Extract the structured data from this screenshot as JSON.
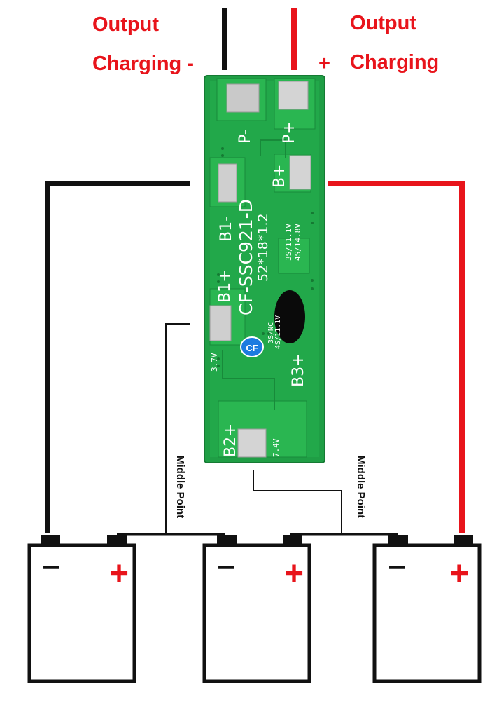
{
  "labels": {
    "output_left": "Output",
    "charging_left": "Charging -",
    "output_right": "Output",
    "charging_right": "Charging",
    "plus_sign": "+",
    "middle_point_left": "Middle Point",
    "middle_point_right": "Middle Point"
  },
  "board": {
    "model": "CF-SSC921-D",
    "size": "52*18*1.2",
    "pads": [
      "P-",
      "P+",
      "B+",
      "B1-",
      "B1+",
      "B3+",
      "B2+"
    ],
    "voltage_left": "3.7V",
    "voltage_mid": "7.4V",
    "spec_a1": "3S/11.1V",
    "spec_a2": "4S/14.8V",
    "spec_b1": "3S/NC",
    "spec_b2": "4S/11.1V",
    "logo": "CF"
  },
  "batteries": [
    {
      "minus": "−",
      "plus": "+"
    },
    {
      "minus": "−",
      "plus": "+"
    },
    {
      "minus": "−",
      "plus": "+"
    }
  ],
  "colors": {
    "positive_wire": "#e8141b",
    "negative_wire": "#111111",
    "pcb_green": "#1f9e45",
    "pcb_pad": "#c9c9c9"
  }
}
